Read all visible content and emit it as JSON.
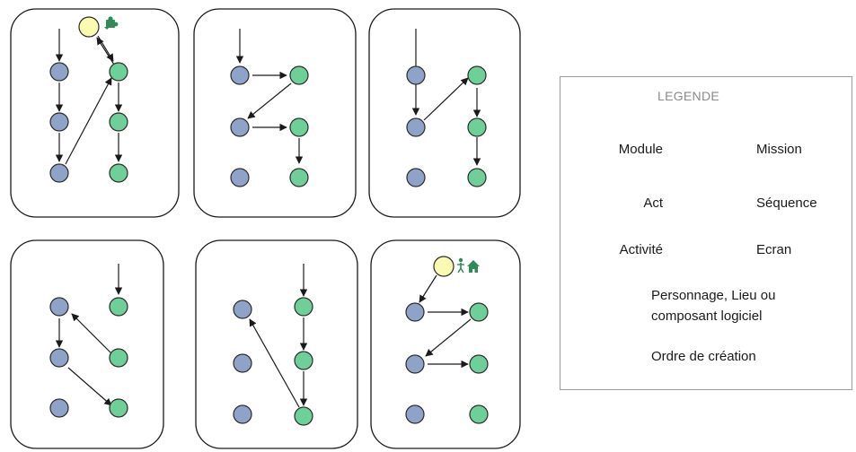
{
  "legend": {
    "title": "LEGENDE",
    "rows": [
      {
        "left_label": "Module",
        "right_label": "Mission"
      },
      {
        "left_label": "Act",
        "right_label": "Séquence"
      },
      {
        "left_label": "Activité",
        "right_label": "Ecran"
      }
    ],
    "entity_label_line1": "Personnage, Lieu ou",
    "entity_label_line2": "composant logiciel",
    "arrow_label": "Ordre de création"
  },
  "colors": {
    "blue_node": "#8fa2c8",
    "green_node": "#6fcf98",
    "yellow_node": "#fafab0",
    "stroke": "#2b2b2b",
    "icon_green": "#2e8b57"
  },
  "icons": {
    "panel1_entity": "puzzle-piece-icon",
    "panel6_entities": [
      "person-icon",
      "house-icon"
    ]
  }
}
